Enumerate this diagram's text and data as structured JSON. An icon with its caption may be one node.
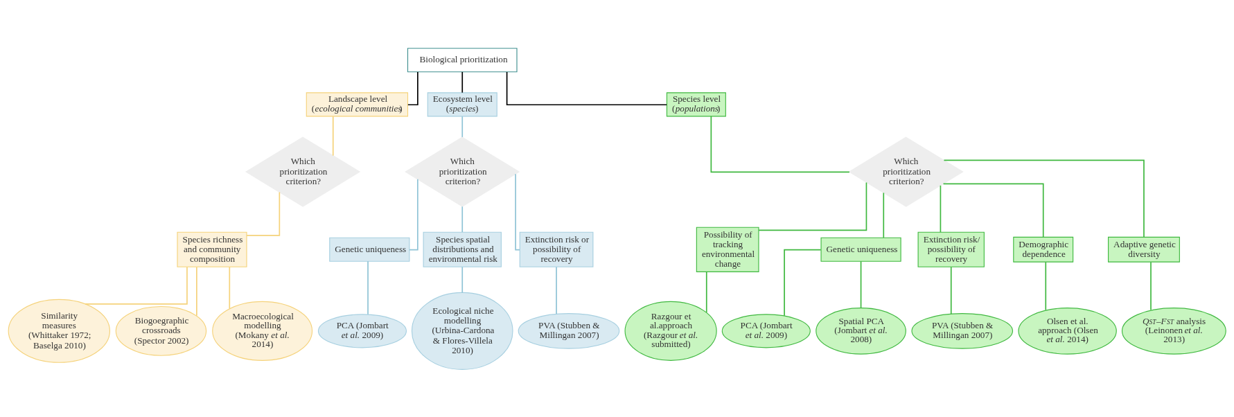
{
  "diagram": {
    "nodes": [
      {
        "text": [
          "Biological prioritization"
        ]
      },
      {
        "text": [
          "Landscape level (*ecological communities*)"
        ]
      },
      {
        "text": [
          "Ecosystem level (*species*)"
        ]
      },
      {
        "text": [
          "Species level (*populations*)"
        ]
      },
      {
        "text": [
          "Which prioritization criterion?"
        ]
      },
      {
        "text": [
          "Which prioritization criterion?"
        ]
      },
      {
        "text": [
          "Which prioritization criterion?"
        ]
      },
      {
        "text": [
          "Species richness and community composition"
        ]
      },
      {
        "text": [
          "Similarity measures (Whittaker 1972; Baselga 2010)"
        ]
      },
      {
        "text": [
          "Biogoegraphic crossroads (Spector 2002)"
        ]
      },
      {
        "text": [
          "Macroecological modelling (Mokany *et al.* 2014)"
        ]
      },
      {
        "text": [
          "Genetic uniqueness"
        ]
      },
      {
        "text": [
          "Species spatial distributions and environmental risk"
        ]
      },
      {
        "text": [
          "Extinction risk or possibility of recovery"
        ]
      },
      {
        "text": [
          "PCA (Jombart *et al.* 2009)"
        ]
      },
      {
        "text": [
          "Ecological niche modelling (Urbina-Cardona & Flores-Villela 2010)"
        ]
      },
      {
        "text": [
          "PVA (Stubben & Millingan 2007)"
        ]
      },
      {
        "text": [
          "Possibility of tracking environmental change"
        ]
      },
      {
        "text": [
          "Genetic uniqueness"
        ]
      },
      {
        "text": [
          "Extinction risk/ possibility of recovery"
        ]
      },
      {
        "text": [
          "Demographic dependence"
        ]
      },
      {
        "text": [
          "Adaptive genetic diversity"
        ]
      },
      {
        "text": [
          "Razgour et al.approach (Razgour *et al.* submitted)"
        ]
      },
      {
        "text": [
          "PCA (Jombart *et al.* 2009)"
        ]
      },
      {
        "text": [
          "Spatial PCA (Jombart *et al.* 2008)"
        ]
      },
      {
        "text": [
          "PVA (Stubben & Millingan 2007)"
        ]
      },
      {
        "text": [
          "Olsen et al. approach (Olsen *et al.* 2014)"
        ]
      },
      {
        "text": [
          "*Q*$_{ST}$–*F*$_{ST}$ analysis (Leinonen *et al.* 2013)"
        ]
      }
    ],
    "edges": [
      {
        "from": 0,
        "to": 1,
        "arrow": "none",
        "color": "#000000"
      },
      {
        "from": 0,
        "to": 2,
        "arrow": "none",
        "color": "#000000"
      },
      {
        "from": 0,
        "to": 3,
        "arrow": "none",
        "color": "#000000"
      },
      {
        "from": 1,
        "to": 4,
        "arrow": "none",
        "color": "#f5d27a"
      },
      {
        "from": 4,
        "to": 7,
        "arrow": "none",
        "color": "#f5d27a"
      },
      {
        "from": 7,
        "to": 8,
        "arrow": "none",
        "color": "#f5d27a"
      },
      {
        "from": 7,
        "to": 9,
        "arrow": "none",
        "color": "#f5d27a"
      },
      {
        "from": 7,
        "to": 10,
        "arrow": "none",
        "color": "#f5d27a"
      },
      {
        "from": 2,
        "to": 5,
        "arrow": "none",
        "color": "#8fc3d6"
      },
      {
        "from": 5,
        "to": 11,
        "arrow": "none",
        "color": "#8fc3d6"
      },
      {
        "from": 5,
        "to": 12,
        "arrow": "none",
        "color": "#8fc3d6"
      },
      {
        "from": 5,
        "to": 13,
        "arrow": "none",
        "color": "#8fc3d6"
      },
      {
        "from": 11,
        "to": 14,
        "arrow": "none",
        "color": "#8fc3d6"
      },
      {
        "from": 12,
        "to": 15,
        "arrow": "none",
        "color": "#8fc3d6"
      },
      {
        "from": 13,
        "to": 16,
        "arrow": "none",
        "color": "#8fc3d6"
      },
      {
        "from": 3,
        "to": 6,
        "arrow": "none"
      },
      {
        "from": 6,
        "to": 17,
        "arrow": "none"
      },
      {
        "from": 6,
        "to": 18,
        "arrow": "none"
      },
      {
        "from": 6,
        "to": 19,
        "arrow": "none"
      },
      {
        "from": 6,
        "to": 20,
        "arrow": "none"
      },
      {
        "from": 6,
        "to": 21,
        "arrow": "none"
      },
      {
        "from": 17,
        "to": 22,
        "arrow": "none"
      },
      {
        "from": 18,
        "to": 23,
        "arrow": "none"
      },
      {
        "from": 18,
        "to": 24,
        "arrow": "none"
      },
      {
        "from": 19,
        "to": 25,
        "arrow": "none"
      },
      {
        "from": 20,
        "to": 26,
        "arrow": "none"
      },
      {
        "from": 21,
        "to": 27,
        "arrow": "none"
      }
    ]
  }
}
